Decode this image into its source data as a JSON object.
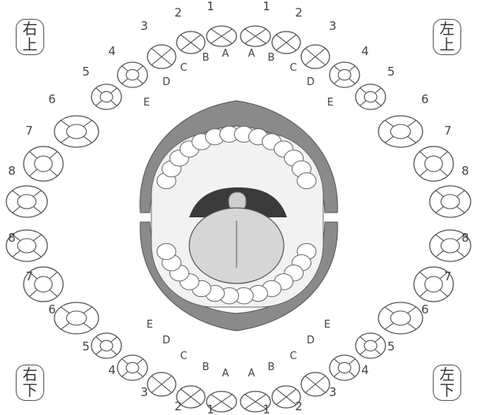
{
  "quadrants": {
    "upper_right": [
      "右",
      "上"
    ],
    "upper_left": [
      "左",
      "上"
    ],
    "lower_right": [
      "右",
      "下"
    ],
    "lower_left": [
      "左",
      "下"
    ]
  },
  "tooth_labels": {
    "upper": [
      "1",
      "2",
      "3",
      "4",
      "5",
      "6",
      "7",
      "8"
    ],
    "lower": [
      "1",
      "2",
      "3",
      "4",
      "5",
      "6",
      "7",
      "8"
    ],
    "primary_upper": [
      "A",
      "B",
      "C",
      "D",
      "E"
    ],
    "primary_lower": [
      "A",
      "B",
      "C",
      "D",
      "E"
    ]
  },
  "colors": {
    "line": "#555555",
    "gum": "#8a8a8a",
    "tongue": "#d6d6d6",
    "throat": "#3a3a3a"
  }
}
